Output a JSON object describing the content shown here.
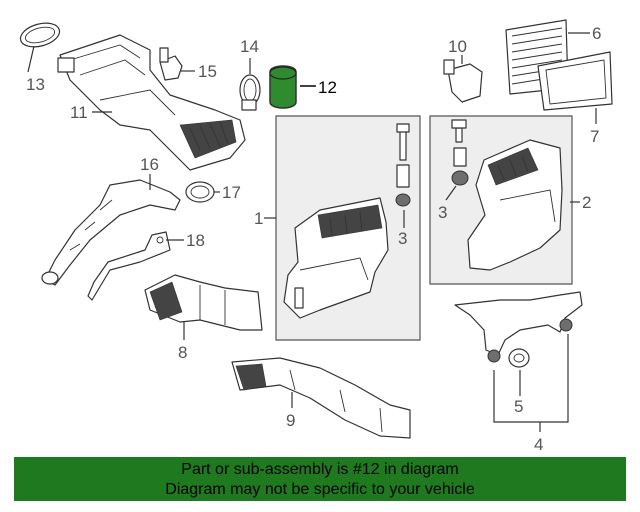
{
  "callouts": {
    "c1": "1",
    "c2": "2",
    "c3a": "3",
    "c3b": "3",
    "c4": "4",
    "c5": "5",
    "c6": "6",
    "c7": "7",
    "c8": "8",
    "c9": "9",
    "c10": "10",
    "c11": "11",
    "c12": "12",
    "c13": "13",
    "c14": "14",
    "c15": "15",
    "c16": "16",
    "c17": "17",
    "c18": "18"
  },
  "highlight": {
    "part_number": "12",
    "fill_color": "#2e8b2e",
    "label_color": "#000000"
  },
  "banner": {
    "line1": "Part or sub-assembly is #12 in diagram",
    "line2": "Diagram may not be specific to your vehicle",
    "background_color": "#1f7a1f"
  }
}
